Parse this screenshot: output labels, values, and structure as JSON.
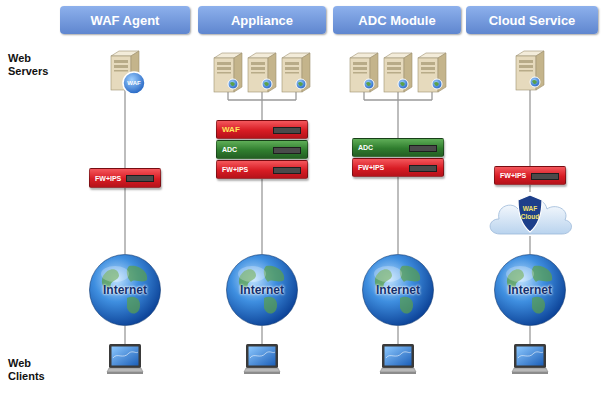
{
  "diagram": {
    "nodes": [
      {
        "text": [
          "WAF Agent"
        ]
      },
      {
        "text": [
          "Appliance"
        ]
      },
      {
        "text": [
          "ADC Module"
        ]
      },
      {
        "text": [
          "Cloud Service"
        ]
      },
      {
        "text": [
          "WAF"
        ]
      },
      {
        "text": [
          "FW+IPS"
        ]
      },
      {
        "text": [
          "WAF"
        ]
      },
      {
        "text": [
          "ADC"
        ]
      },
      {
        "text": [
          "FW+IPS"
        ]
      },
      {
        "text": [
          "ADC"
        ]
      },
      {
        "text": [
          "FW+IPS"
        ]
      },
      {
        "text": [
          "FW+IPS"
        ]
      },
      {
        "text": [
          "WAF Cloud"
        ]
      },
      {
        "text": [
          "Internet"
        ]
      },
      {
        "text": [
          "Internet"
        ]
      },
      {
        "text": [
          "Internet"
        ]
      },
      {
        "text": [
          "Internet"
        ]
      }
    ],
    "edges": [
      {
        "from": 5,
        "to": 13,
        "arrow": "none"
      },
      {
        "from": 8,
        "to": 14,
        "arrow": "none"
      },
      {
        "from": 10,
        "to": 15,
        "arrow": "none"
      },
      {
        "from": 11,
        "to": 12,
        "arrow": "none"
      },
      {
        "from": 12,
        "to": 16,
        "arrow": "none"
      }
    ],
    "labels": [
      "Web Servers",
      "Web Clients"
    ]
  }
}
